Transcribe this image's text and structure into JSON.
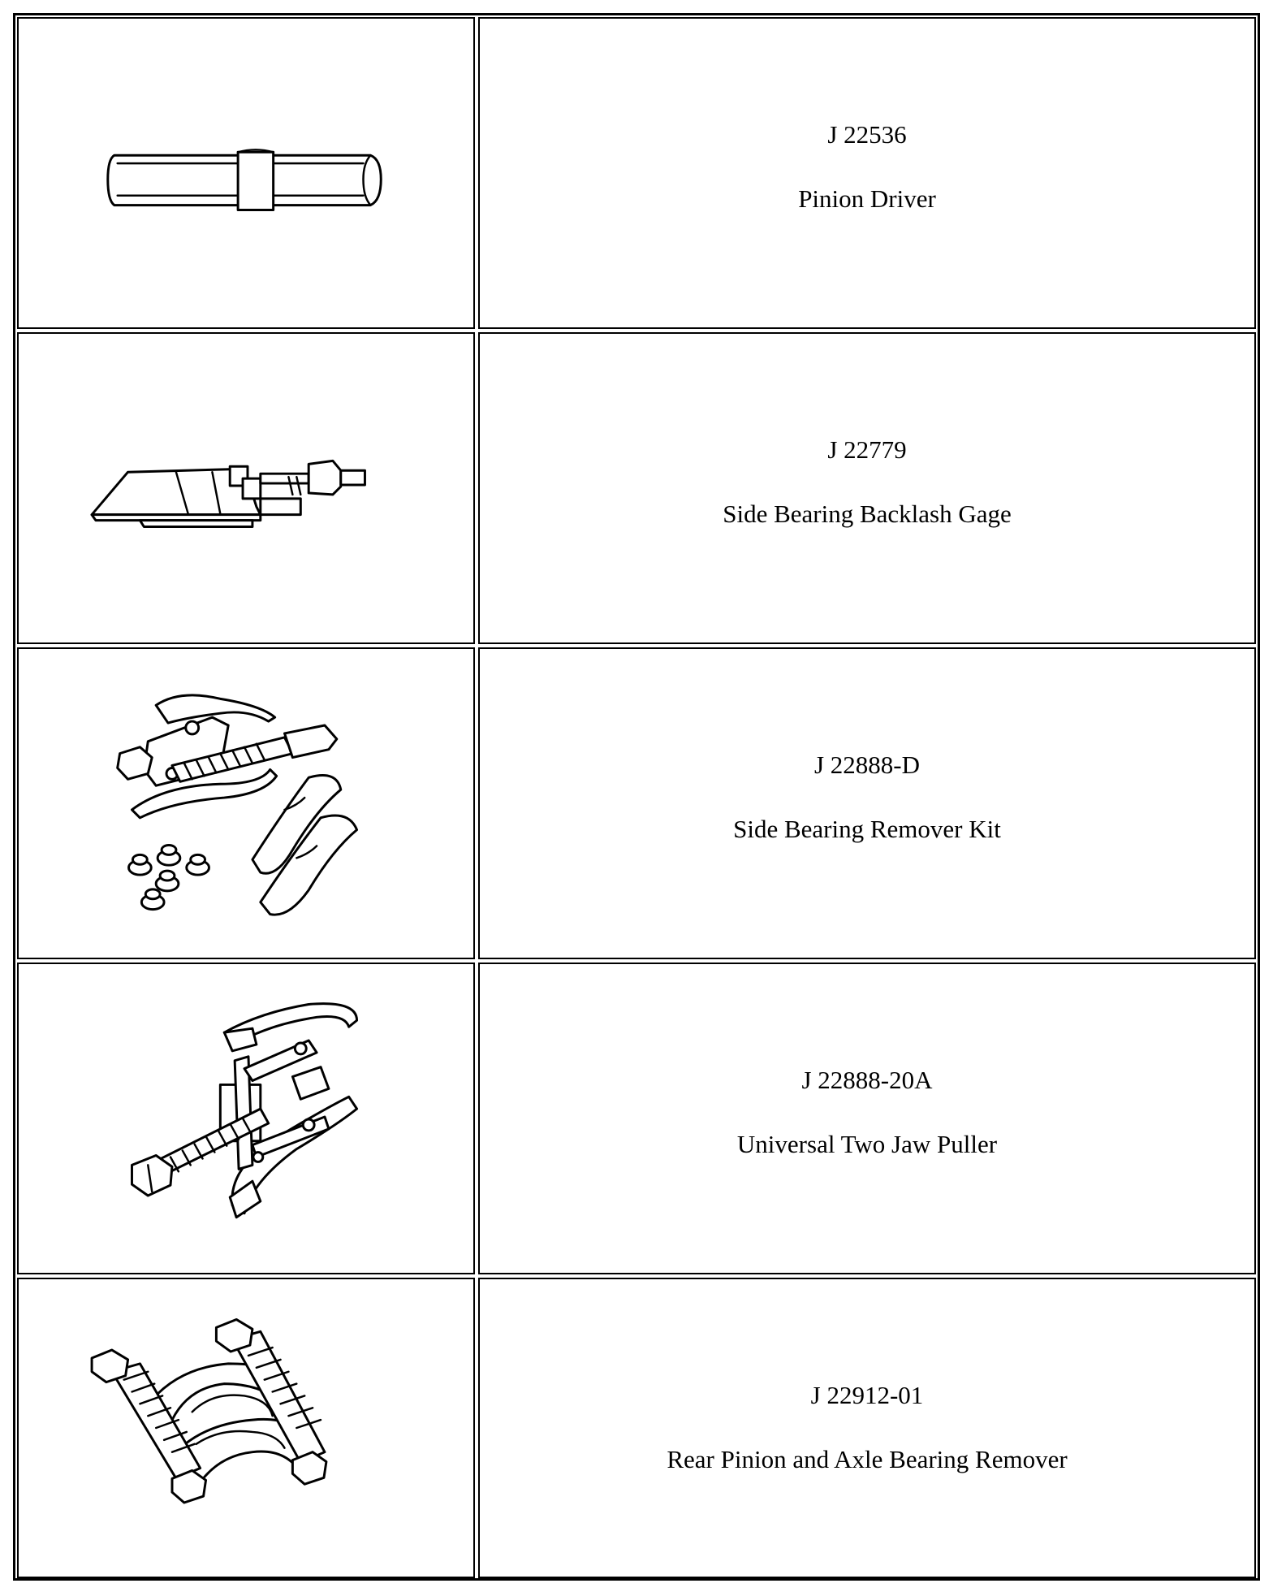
{
  "tools": [
    {
      "number": "J 22536",
      "name": "Pinion Driver",
      "icon": "pinion-driver-illustration"
    },
    {
      "number": "J 22779",
      "name": "Side Bearing Backlash Gage",
      "icon": "backlash-gage-illustration"
    },
    {
      "number": "J 22888-D",
      "name": "Side Bearing Remover Kit",
      "icon": "bearing-remover-kit-illustration"
    },
    {
      "number": "J 22888-20A",
      "name": "Universal Two Jaw Puller",
      "icon": "two-jaw-puller-illustration"
    },
    {
      "number": "J 22912-01",
      "name": "Rear Pinion and Axle Bearing Remover",
      "icon": "axle-bearing-remover-illustration"
    }
  ]
}
